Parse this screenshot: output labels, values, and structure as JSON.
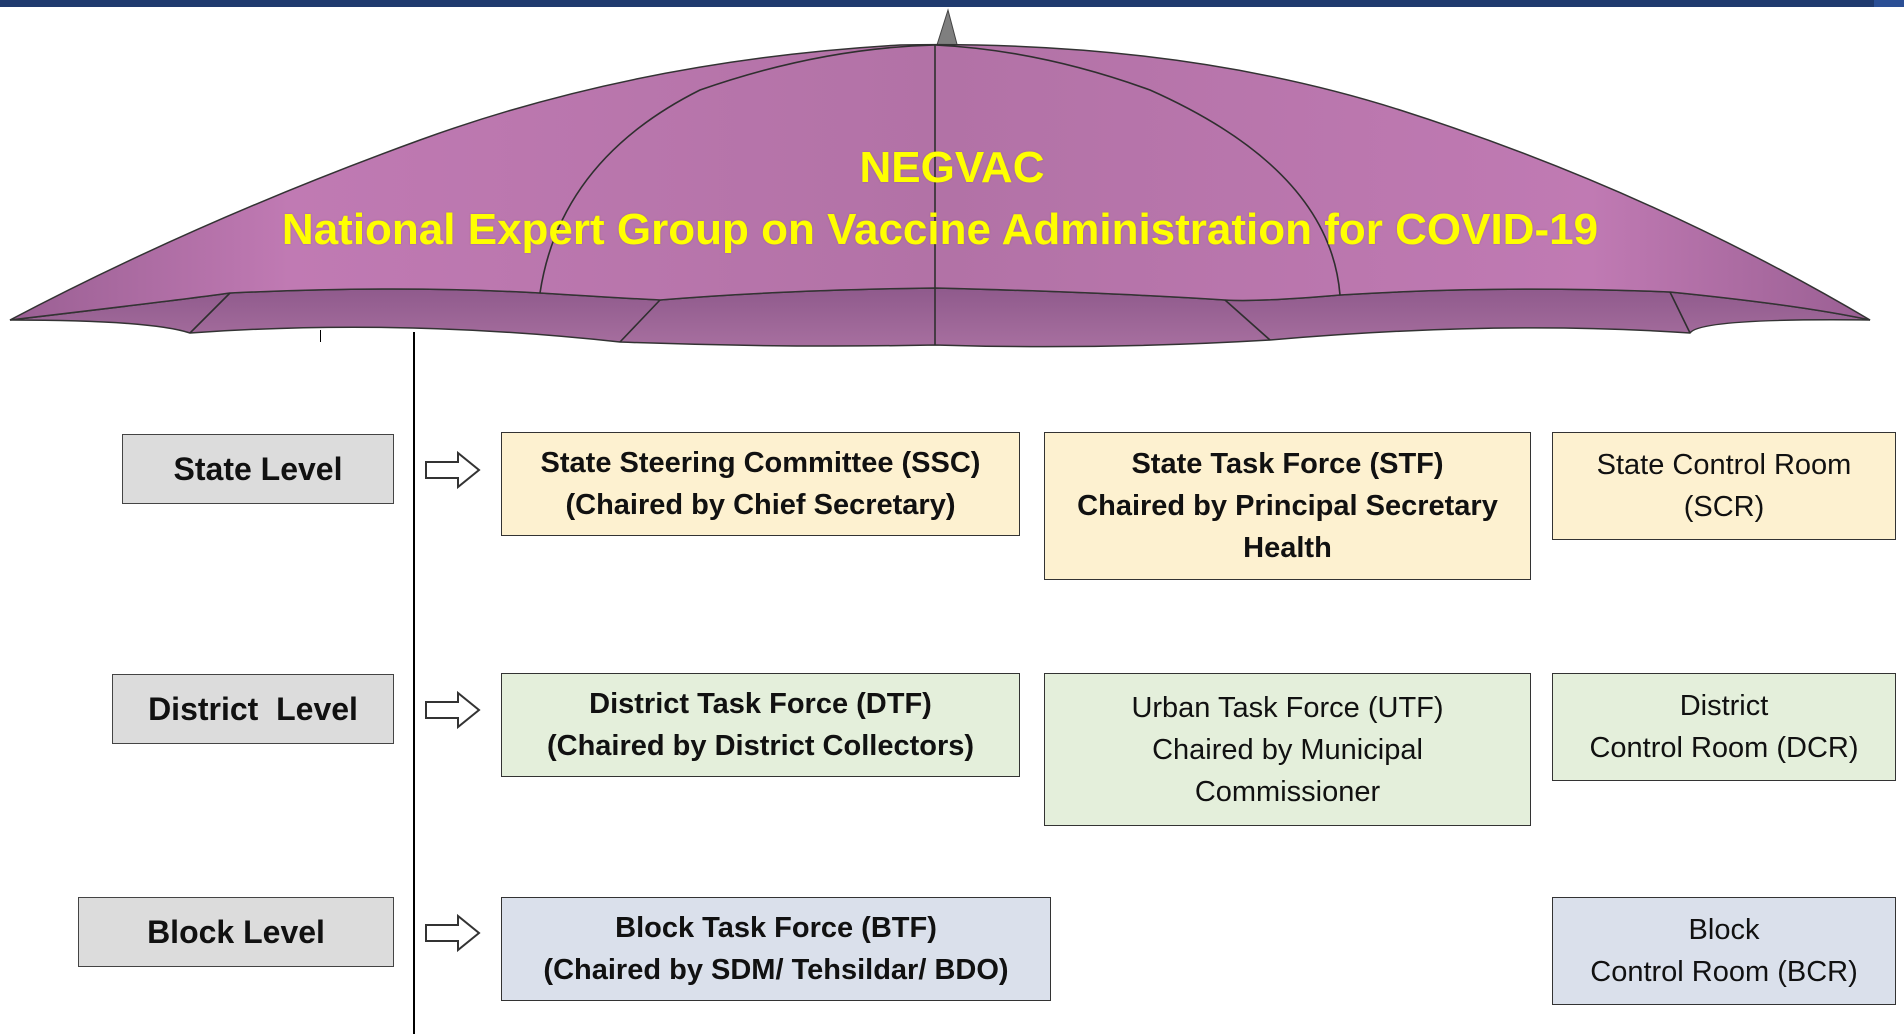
{
  "header": {
    "title": "NEGVAC",
    "subtitle": "National Expert Group on Vaccine Administration for COVID-19"
  },
  "levels": {
    "state": "State Level",
    "district": "District  Level",
    "block": "Block Level"
  },
  "state": {
    "ssc": {
      "line1": "State  Steering Committee (SSC)",
      "line2": "(Chaired by Chief Secretary)"
    },
    "stf": {
      "line1": "State Task Force (STF)",
      "line2": "Chaired by Principal Secretary",
      "line3": "Health"
    },
    "scr": {
      "line1": "State Control Room",
      "line2": "(SCR)"
    }
  },
  "district": {
    "dtf": {
      "line1": "District Task Force  (DTF)",
      "line2": "(Chaired by District Collectors)"
    },
    "utf": {
      "line1": "Urban Task Force (UTF)",
      "line2": "Chaired by Municipal",
      "line3": "Commissioner"
    },
    "dcr": {
      "line1": "District",
      "line2": "Control Room (DCR)"
    }
  },
  "block": {
    "btf": {
      "line1": "Block Task Force (BTF)",
      "line2": "(Chaired by SDM/ Tehsildar/ BDO)"
    },
    "bcr": {
      "line1": "Block",
      "line2": "Control Room (BCR)"
    }
  },
  "colors": {
    "umbrella": "#b877a9",
    "title_text": "#ffff00",
    "state_fill": "#fdf1d0",
    "district_fill": "#e4efdb",
    "block_fill": "#dae0eb",
    "level_fill": "#dcdcdc"
  }
}
